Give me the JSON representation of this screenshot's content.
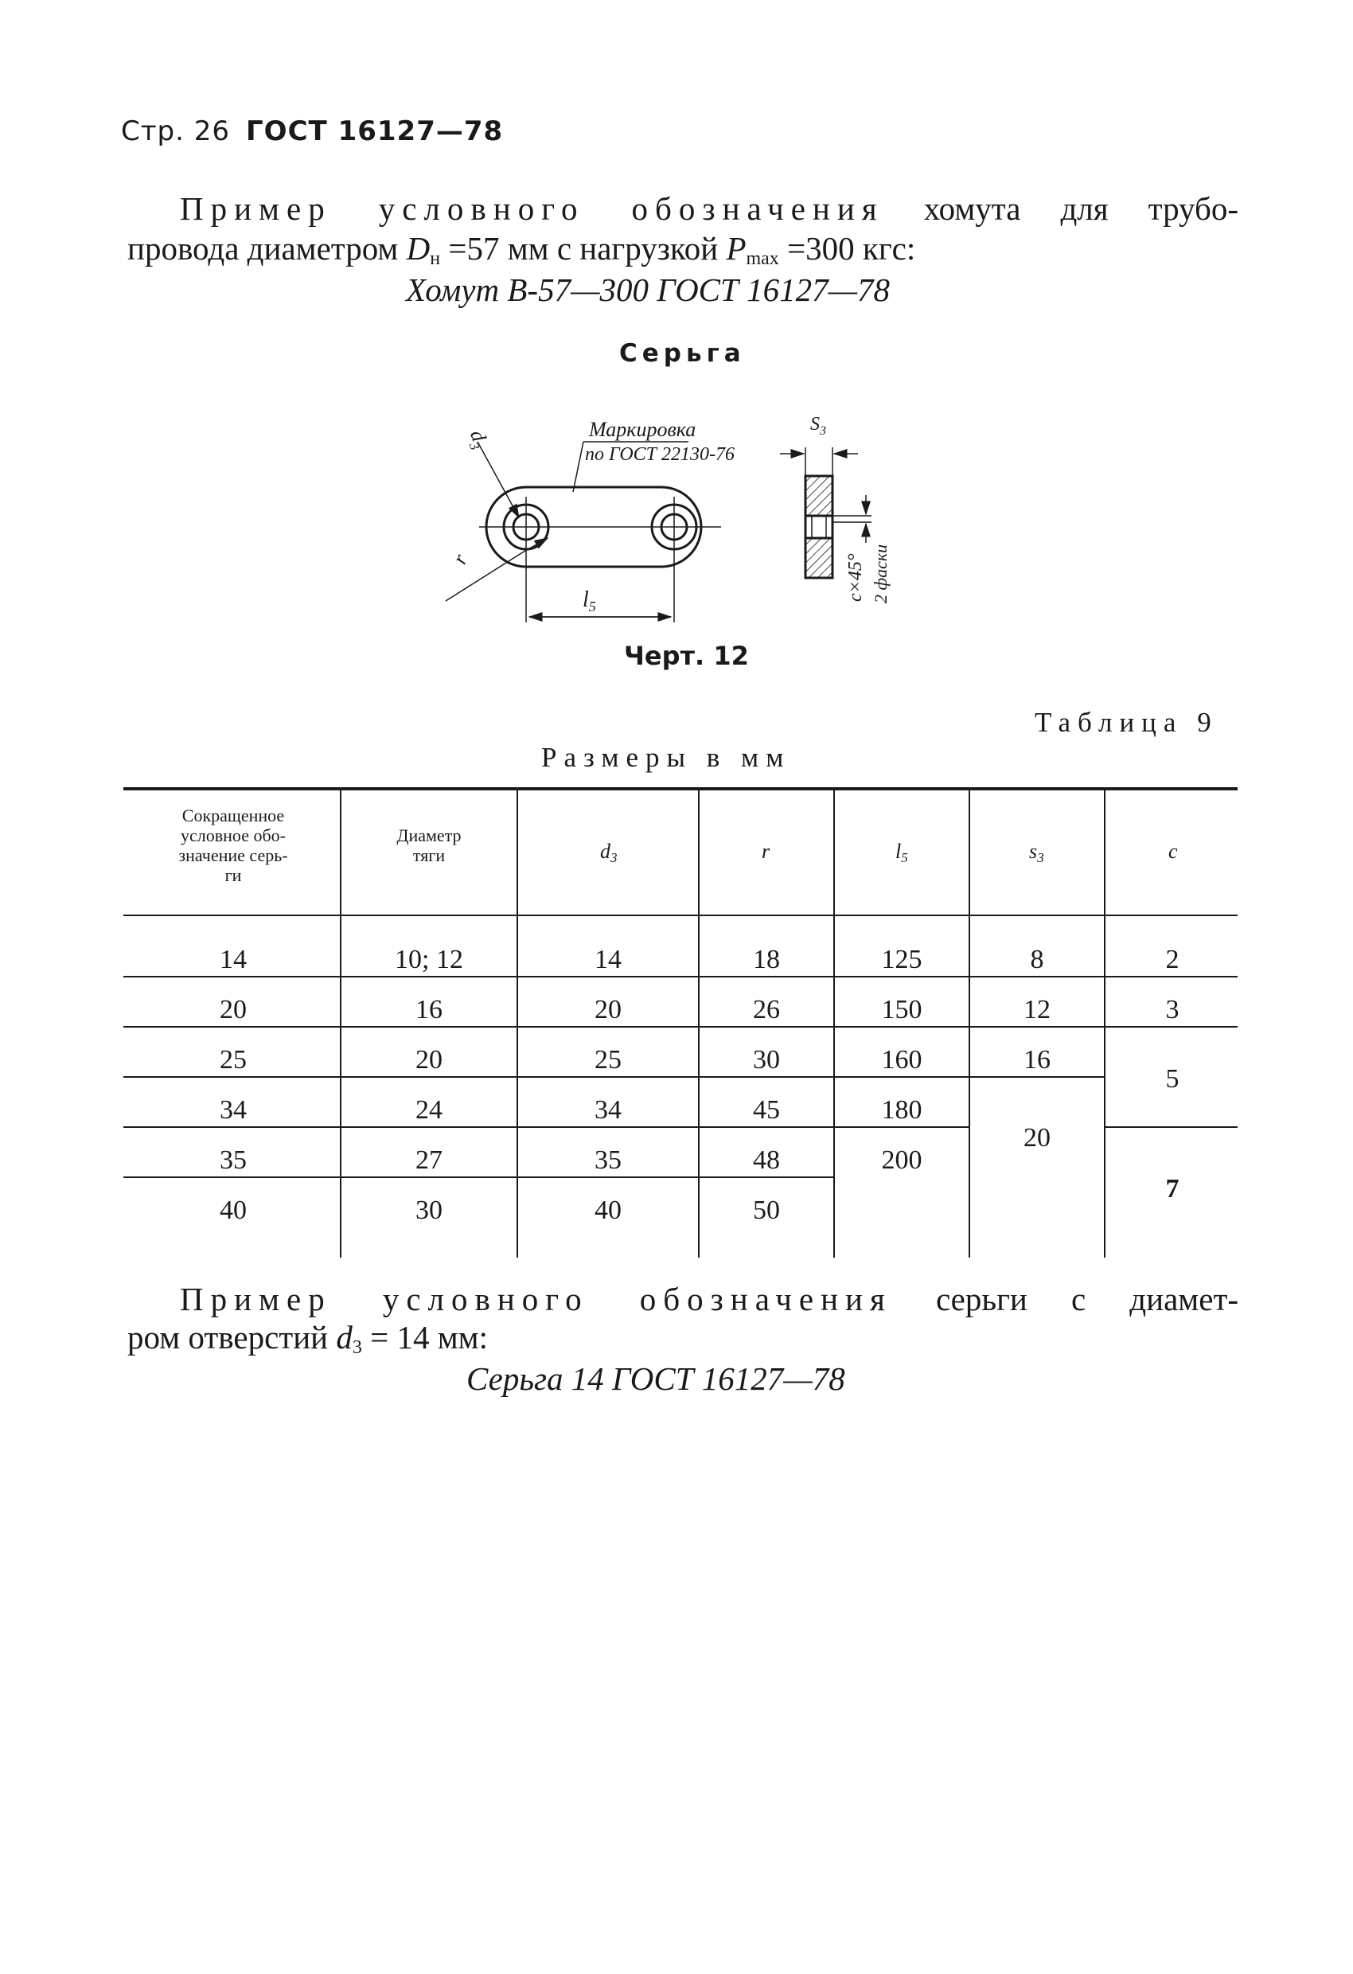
{
  "header": {
    "page_label": "Стр. 26",
    "standard": "ГОСТ 16127—78"
  },
  "example1": {
    "line1_spaced": "Пример условного обозначения",
    "line1_rest": "хомута для трубо-",
    "line2_pre": "провода диаметром ",
    "line2_D": "D",
    "line2_Dsub": "н",
    "line2_mid": " =57 мм с нагрузкой ",
    "line2_P": "P",
    "line2_Psub": "max",
    "line2_post": " =300 кгс:",
    "designation": "Хомут В-57—300 ГОСТ 16127—78"
  },
  "drawing": {
    "title": "Серьга",
    "marking_label_1": "Маркировка",
    "marking_label_2": "по ГОСТ 22130-76",
    "d_label": "d",
    "d_sub": "3",
    "r_label": "r",
    "l_label": "l",
    "l_sub": "5",
    "s_label": "S",
    "s_sub": "3",
    "chamfer_label": "c×45°",
    "chamfer_count": "2 фаски",
    "caption": "Черт. 12"
  },
  "table": {
    "label": "Таблица 9",
    "units": "Размеры в мм",
    "headers": {
      "abbr_1": "Сокращенное",
      "abbr_2": "условное обо-",
      "abbr_3": "значение серь-",
      "abbr_4": "ги",
      "diam_1": "Диаметр",
      "diam_2": "тяги",
      "d3": "d",
      "d3_sub": "3",
      "r": "r",
      "l5": "l",
      "l5_sub": "5",
      "s3": "s",
      "s3_sub": "3",
      "c": "c"
    },
    "rows": [
      {
        "abbr": "14",
        "diam": "10; 12",
        "d3": "14",
        "r": "18",
        "l5": "125"
      },
      {
        "abbr": "20",
        "diam": "16",
        "d3": "20",
        "r": "26",
        "l5": "150"
      },
      {
        "abbr": "25",
        "diam": "20",
        "d3": "25",
        "r": "30",
        "l5": "160"
      },
      {
        "abbr": "34",
        "diam": "24",
        "d3": "34",
        "r": "45",
        "l5": "180"
      },
      {
        "abbr": "35",
        "diam": "27",
        "d3": "35",
        "r": "48",
        "l5": "200"
      },
      {
        "abbr": "40",
        "diam": "30",
        "d3": "40",
        "r": "50"
      }
    ],
    "s3_groups": [
      "8",
      "12",
      "16",
      "20"
    ],
    "c_groups": [
      "2",
      "3",
      "5",
      "7"
    ]
  },
  "example2": {
    "line1_spaced": "Пример условного обозначения",
    "line1_rest": "серьги с диамет-",
    "line2_pre": "ром отверстий ",
    "line2_d": "d",
    "line2_dsub": "3",
    "line2_post": " = 14 мм:",
    "designation": "Серьга 14 ГОСТ 16127—78"
  }
}
